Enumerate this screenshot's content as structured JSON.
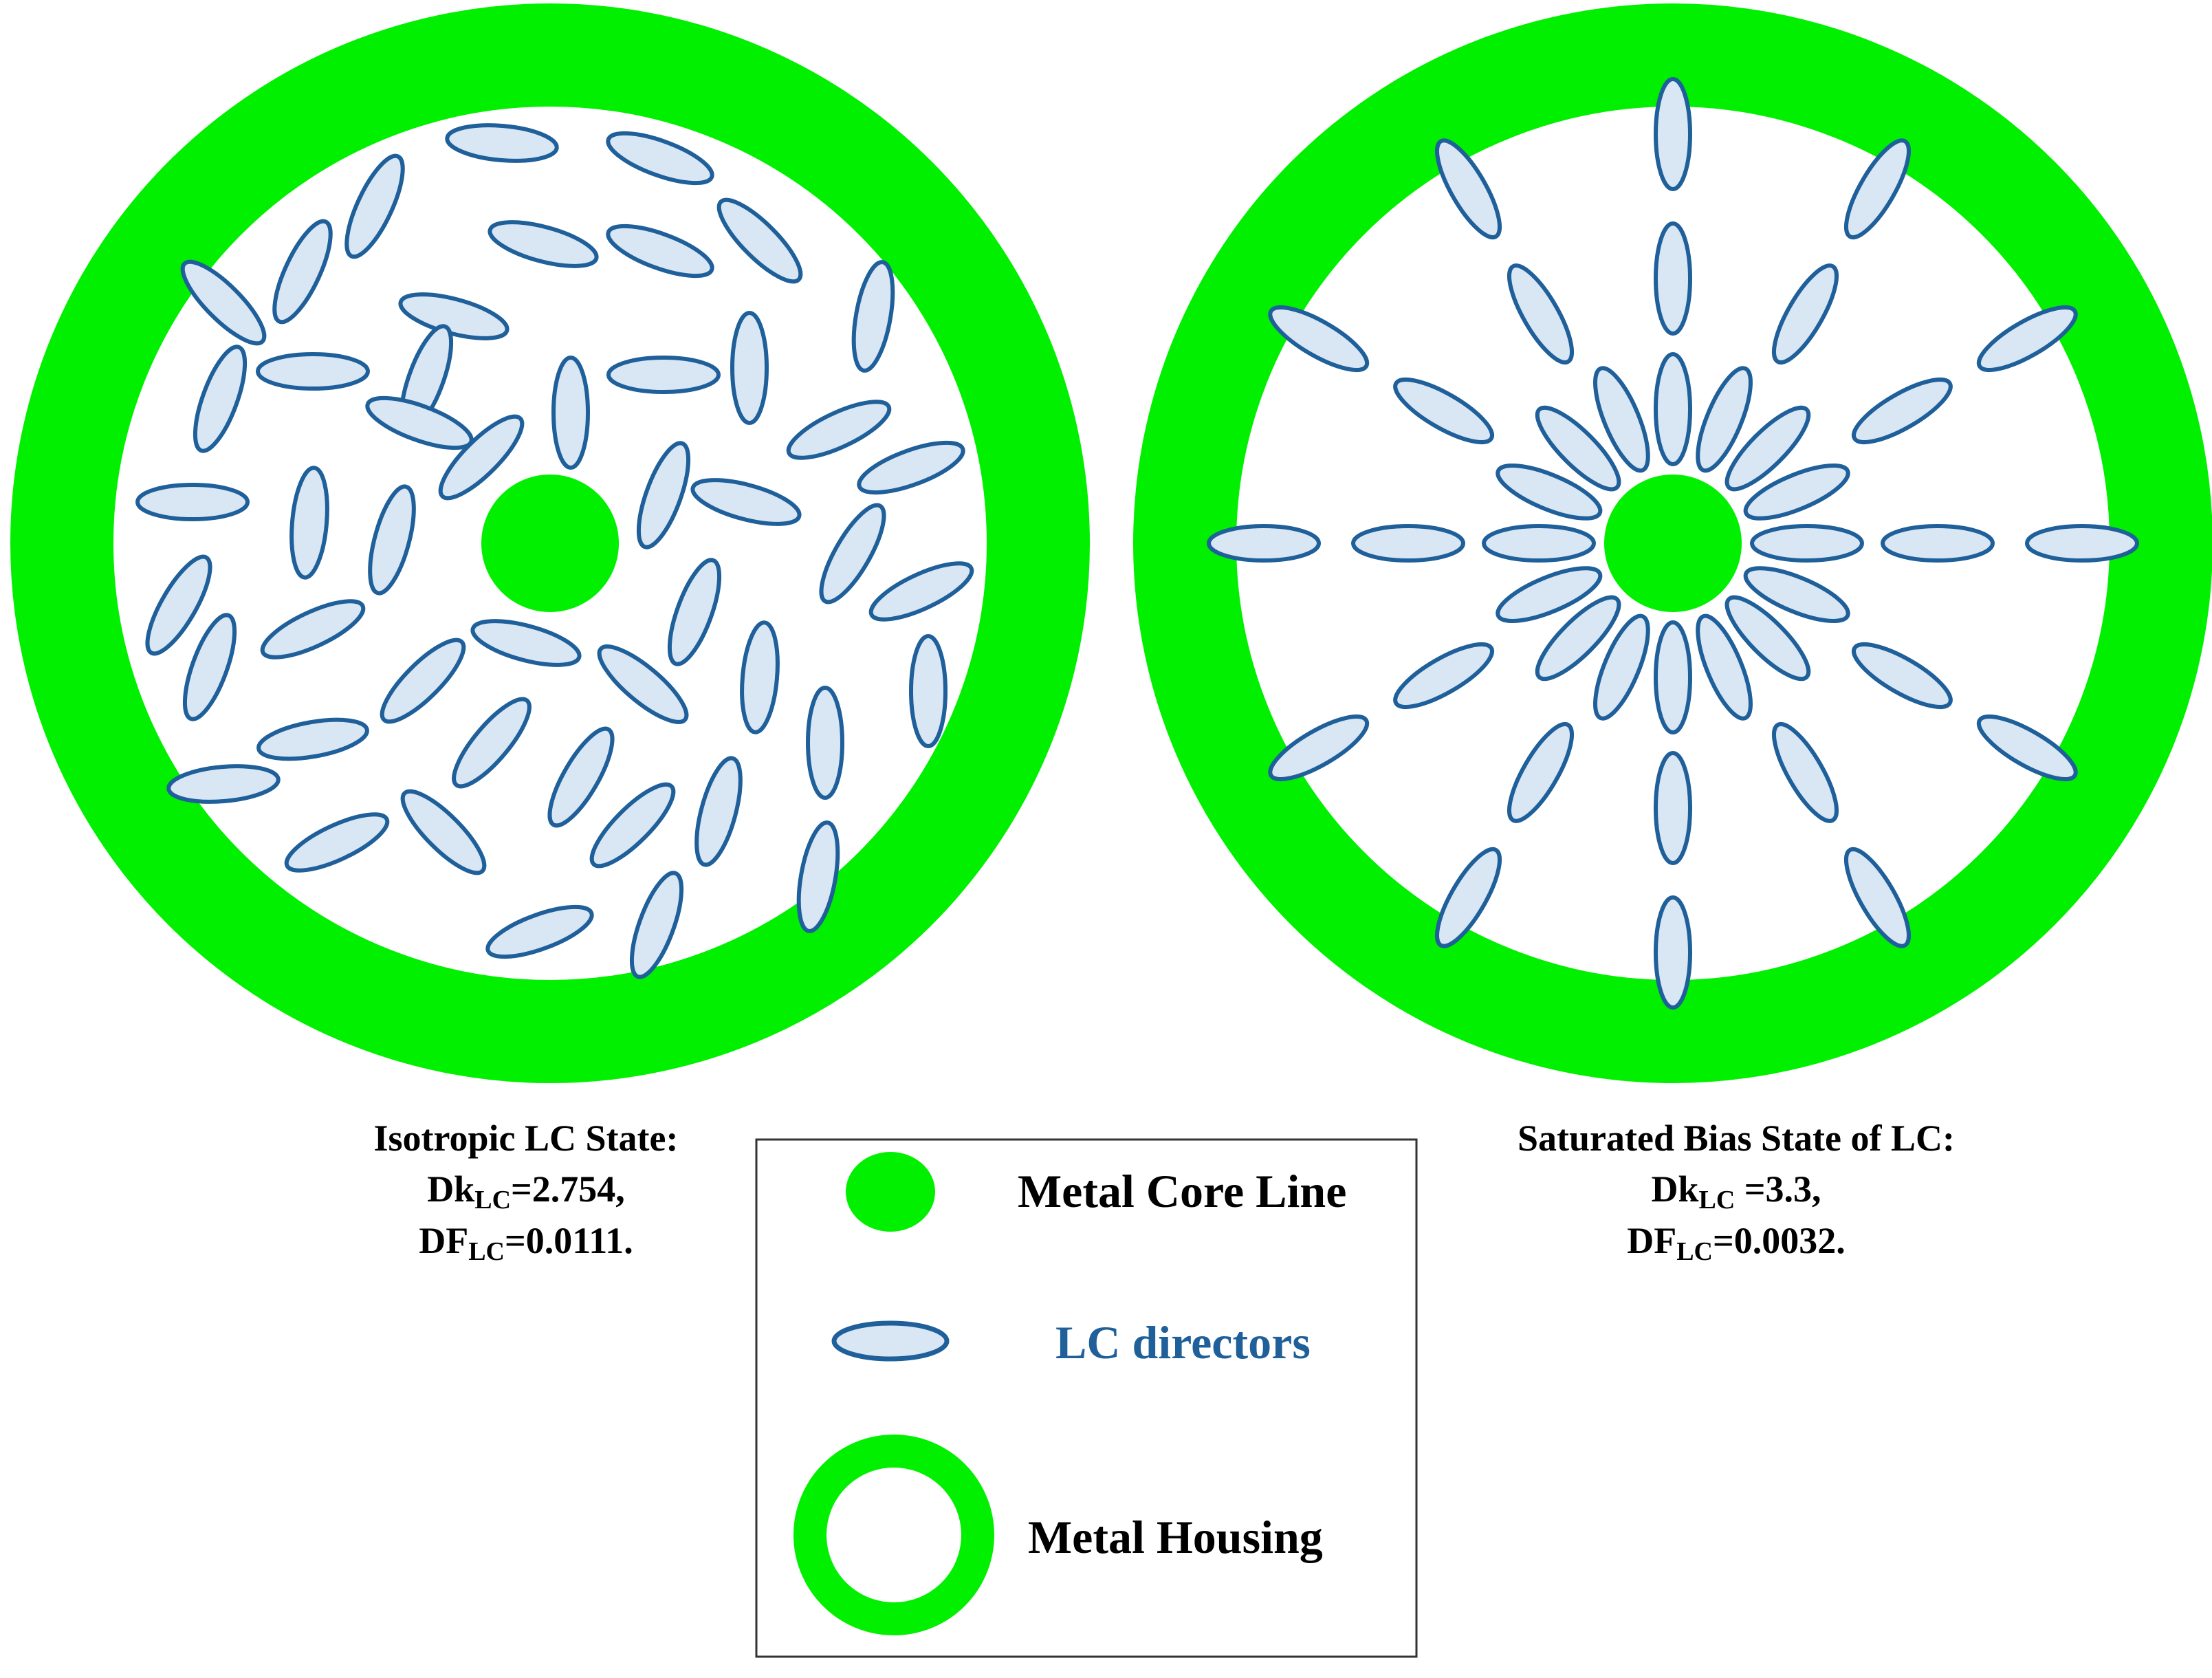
{
  "colors": {
    "metal": "#00f000",
    "lc_fill": "#d9e6f4",
    "lc_stroke": "#1f5f9a",
    "lc_text": "#1f5f9a",
    "text": "#000000",
    "box_stroke": "#333333"
  },
  "left_panel": {
    "caption_line1": "Isotropic LC State:",
    "caption_line2_prefix": "Dk",
    "caption_line2_sub": "LC",
    "caption_line2_suffix": "=2.754,",
    "caption_line3_prefix": "DF",
    "caption_line3_sub": "LC",
    "caption_line3_suffix": "=0.0111."
  },
  "right_panel": {
    "caption_line1": "Saturated Bias State of LC:",
    "caption_line2_prefix": "Dk",
    "caption_line2_sub": "LC",
    "caption_line2_suffix": " =3.3,",
    "caption_line3_prefix": "DF",
    "caption_line3_sub": "LC",
    "caption_line3_suffix": "=0.0032."
  },
  "legend": {
    "core_label": "Metal Core Line",
    "director_label": "LC directors",
    "housing_label": "Metal Housing"
  }
}
